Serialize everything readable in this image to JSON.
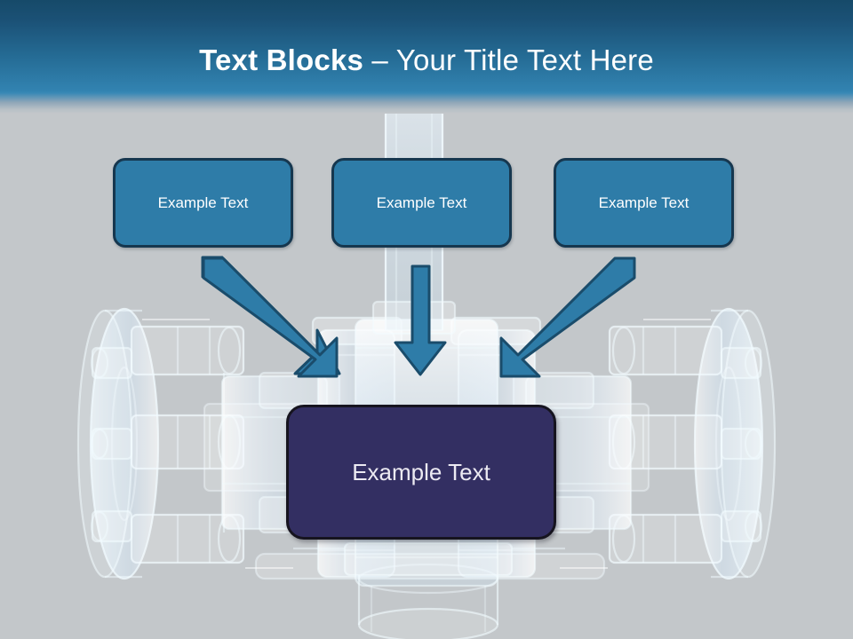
{
  "slide": {
    "title": {
      "bold_part": "Text Blocks",
      "separator": " – ",
      "light_part": "Your Title Text Here",
      "full": "Text Blocks – Your Title Text Here"
    },
    "background_image_name": "industrial-valve-xray-illustration"
  },
  "colors": {
    "header_top": "#164a69",
    "header_bottom": "#3a89b6",
    "body_background": "#c3c7ca",
    "box_fill": "#2e7ca8",
    "box_border": "#16374f",
    "box_text": "#ffffff",
    "result_fill": "#332f62",
    "result_border": "#16141f",
    "result_text": "#eceaf2",
    "arrow_fill": "#2e7ca8",
    "arrow_border": "#16374f",
    "artwork_line": "#eaf6ff"
  },
  "top_boxes": [
    {
      "label": "Example Text",
      "name": "text-block-1"
    },
    {
      "label": "Example Text",
      "name": "text-block-2"
    },
    {
      "label": "Example Text",
      "name": "text-block-3"
    }
  ],
  "arrows": [
    {
      "name": "arrow-diagonal-left",
      "direction": "down-right"
    },
    {
      "name": "arrow-vertical-center",
      "direction": "down"
    },
    {
      "name": "arrow-diagonal-right",
      "direction": "down-left"
    }
  ],
  "result_box": {
    "label": "Example Text",
    "name": "result-text-block"
  }
}
